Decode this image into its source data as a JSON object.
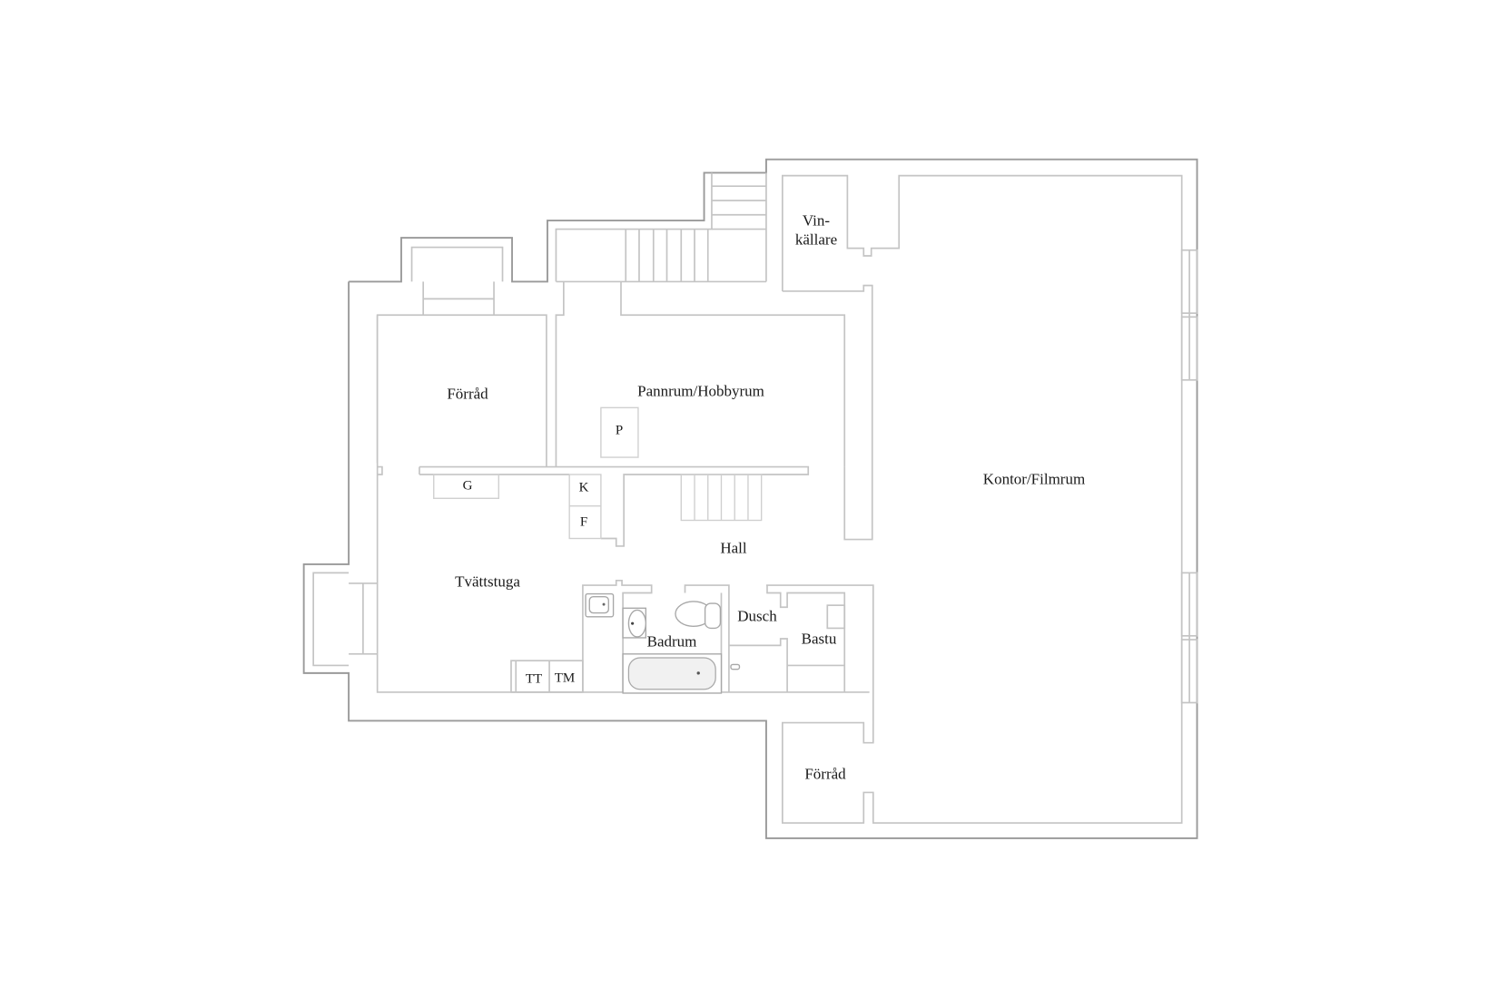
{
  "floorplan": {
    "rooms": [
      {
        "id": "forrad-top",
        "label": "Förråd"
      },
      {
        "id": "pannrum",
        "label": "Pannrum/Hobbyrum"
      },
      {
        "id": "vinkallare",
        "label_line1": "Vin-",
        "label_line2": "källare"
      },
      {
        "id": "kontor",
        "label": "Kontor/Filmrum"
      },
      {
        "id": "tvattstuga",
        "label": "Tvättstuga"
      },
      {
        "id": "hall",
        "label": "Hall"
      },
      {
        "id": "badrum",
        "label": "Badrum"
      },
      {
        "id": "dusch",
        "label": "Dusch"
      },
      {
        "id": "bastu",
        "label": "Bastu"
      },
      {
        "id": "forrad-bottom",
        "label": "Förråd"
      }
    ],
    "fixtures": {
      "p": "P",
      "g": "G",
      "k": "K",
      "f": "F",
      "tt": "TT",
      "tm": "TM"
    },
    "colors": {
      "wall": "#c4c4c4",
      "outer_wall": "#9a9a9a",
      "text": "#1a1a1a",
      "background": "#ffffff"
    }
  }
}
